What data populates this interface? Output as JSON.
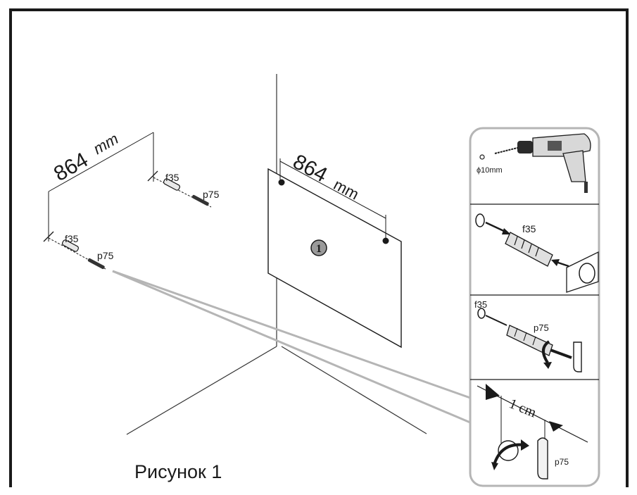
{
  "figure": {
    "caption": "Рисунок 1",
    "left_dimension": {
      "number": "864",
      "unit": "mm"
    },
    "panel_dimension": {
      "number": "864",
      "unit": "mm"
    },
    "left_anchor_top": {
      "dowel_label": "f35",
      "hook_label": "p75"
    },
    "left_anchor_bottom": {
      "dowel_label": "f35",
      "hook_label": "p75"
    },
    "panel_badge": "1"
  },
  "steps": {
    "drill": {
      "bit_label": "ϕ10mm"
    },
    "insert": {
      "dowel_label": "f35"
    },
    "screw": {
      "dowel_label": "f35",
      "hook_label": "p75"
    },
    "detail": {
      "gap_label": "1 cm",
      "hook_label": "p75"
    }
  }
}
